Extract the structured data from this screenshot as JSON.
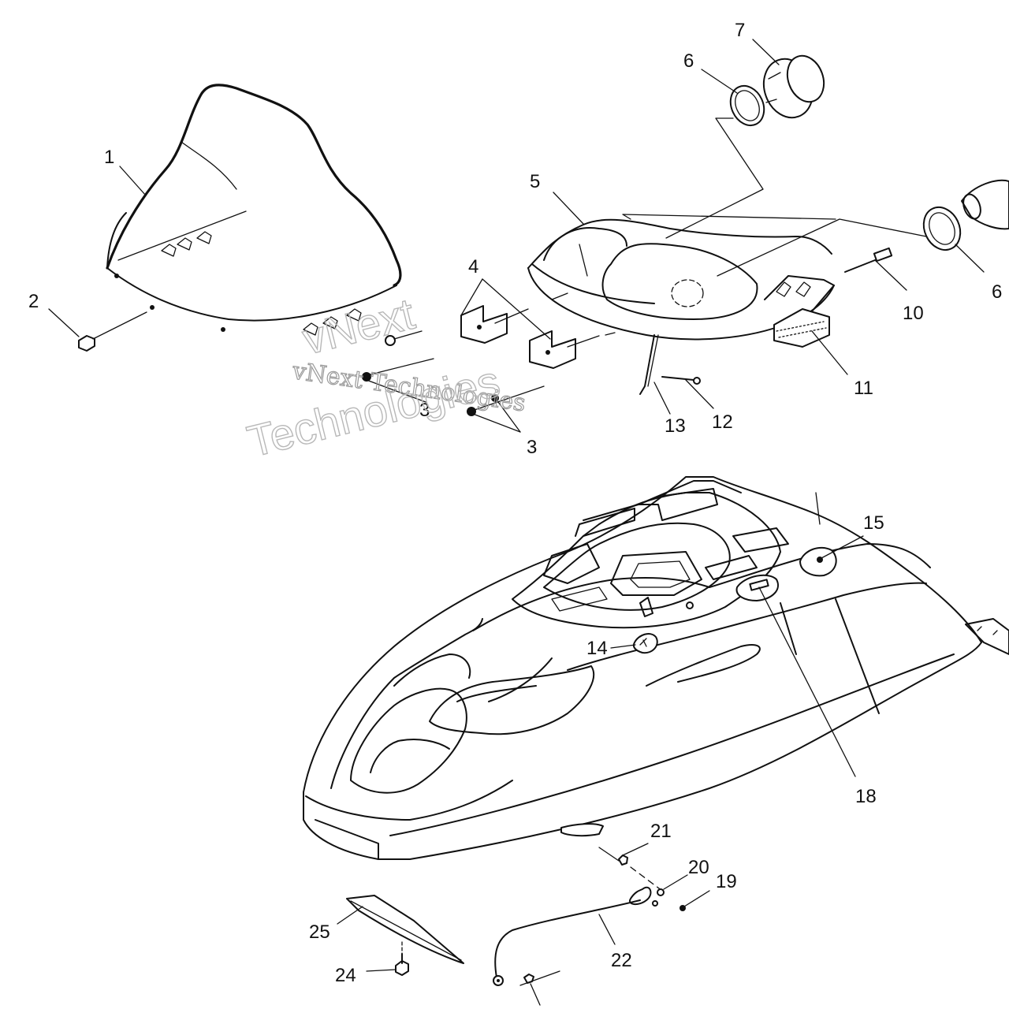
{
  "labels": {
    "l1": "1",
    "l2": "2",
    "l3a": "3",
    "l3b": "3",
    "l4": "4",
    "l5": "5",
    "l6a": "6",
    "l6b": "6",
    "l7": "7",
    "l10": "10",
    "l11": "11",
    "l12": "12",
    "l13": "13",
    "l14": "14",
    "l15": "15",
    "l18": "18",
    "l19": "19",
    "l20": "20",
    "l21": "21",
    "l22": "22",
    "l24": "24",
    "l25": "25"
  },
  "watermark": {
    "line1": "vNext Technologies",
    "line2": "vNext",
    "line3": "Technologies"
  }
}
